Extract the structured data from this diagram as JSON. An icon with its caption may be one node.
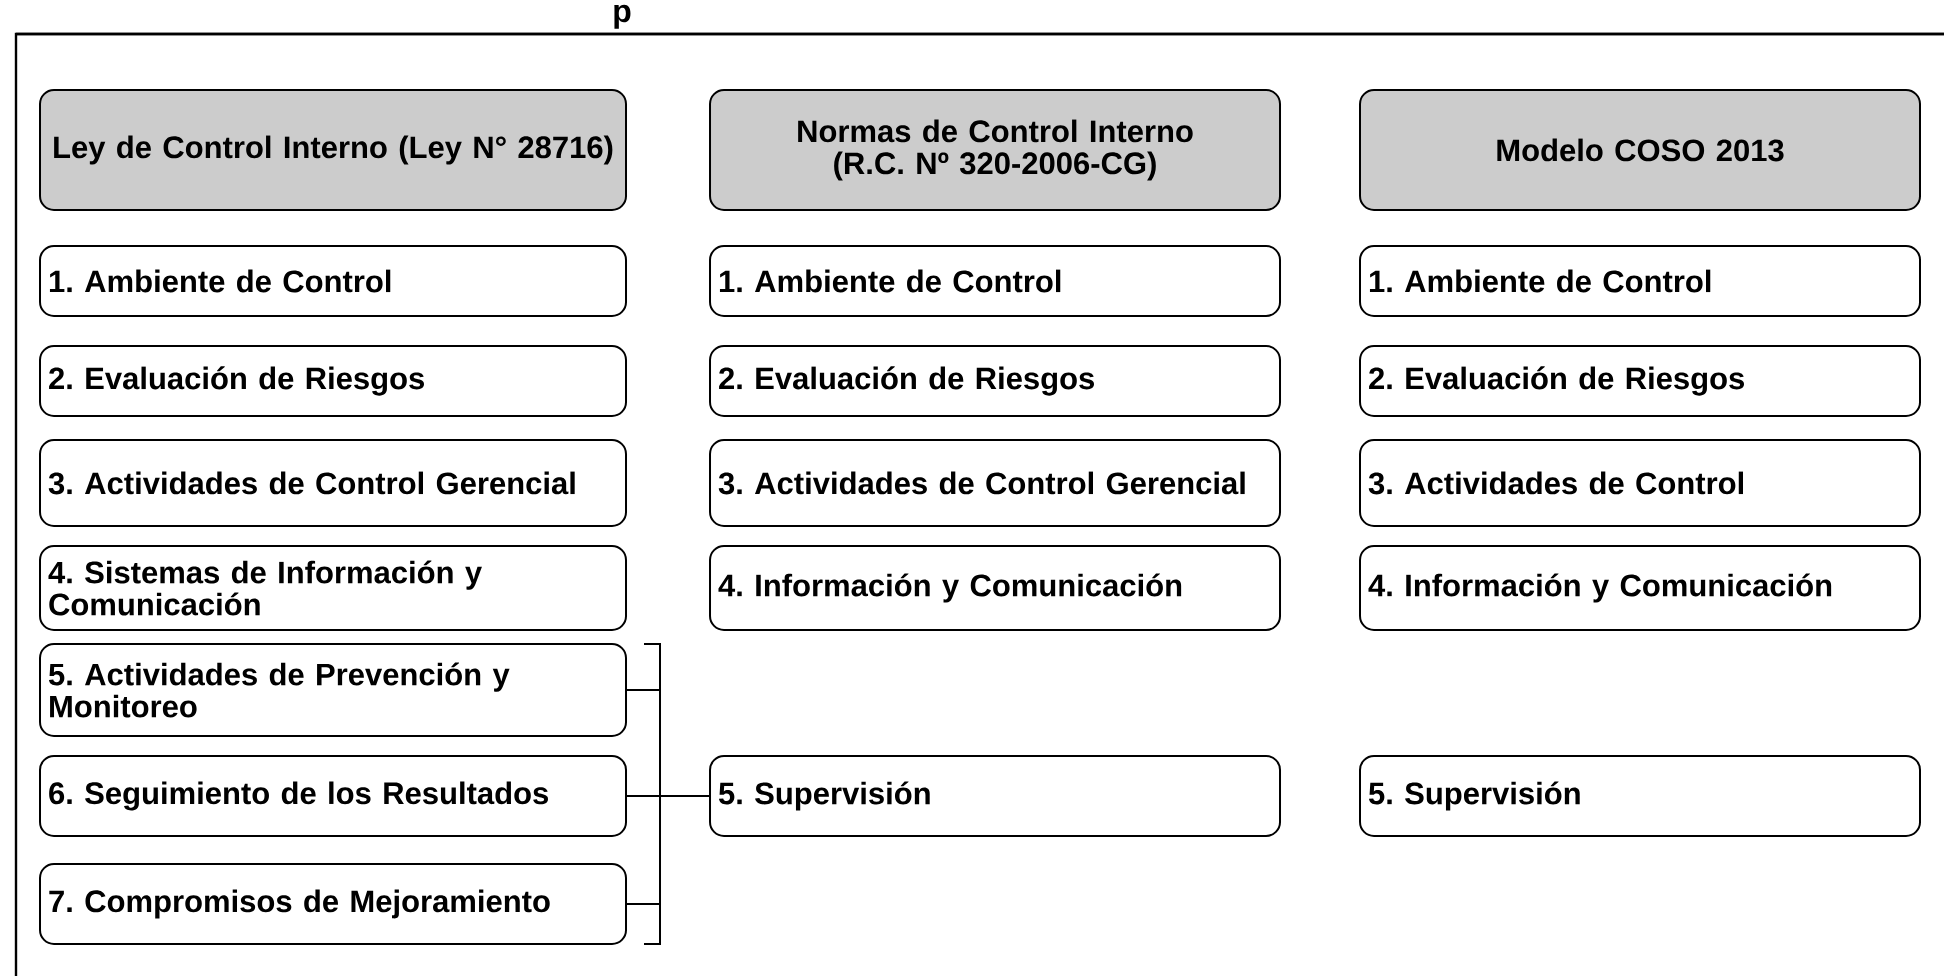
{
  "diagram": {
    "nodes": [
      {
        "text": [
          "Ley de Control Interno (Ley N° 28716)"
        ]
      },
      {
        "text": [
          "1. Ambiente de Control"
        ]
      },
      {
        "text": [
          "2. Evaluación de Riesgos"
        ]
      },
      {
        "text": [
          "3. Actividades de Control Gerencial"
        ]
      },
      {
        "text": [
          "4. Sistemas de Información y Comunicación"
        ]
      },
      {
        "text": [
          "5. Actividades de Prevención y Monitoreo"
        ]
      },
      {
        "text": [
          "6. Seguimiento de los Resultados"
        ]
      },
      {
        "text": [
          "7. Compromisos de Mejoramiento"
        ]
      },
      {
        "text": [
          "Normas de Control Interno (R.C. Nº 320-2006-CG)"
        ]
      },
      {
        "text": [
          "1. Ambiente de Control"
        ]
      },
      {
        "text": [
          "2. Evaluación de Riesgos"
        ]
      },
      {
        "text": [
          "3. Actividades de Control Gerencial"
        ]
      },
      {
        "text": [
          "4. Información y Comunicación"
        ]
      },
      {
        "text": [
          "5. Supervisión"
        ]
      },
      {
        "text": [
          "Modelo COSO 2013"
        ]
      },
      {
        "text": [
          "1. Ambiente de Control"
        ]
      },
      {
        "text": [
          "2. Evaluación de Riesgos"
        ]
      },
      {
        "text": [
          "3. Actividades de Control"
        ]
      },
      {
        "text": [
          "4. Información y Comunicación"
        ]
      },
      {
        "text": [
          "5. Supervisión"
        ]
      }
    ],
    "edges": [
      {
        "from": 5,
        "to": 13,
        "arrow": "none"
      },
      {
        "from": 6,
        "to": 13,
        "arrow": "none"
      },
      {
        "from": 7,
        "to": 13,
        "arrow": "none"
      }
    ],
    "labels": [
      "p"
    ]
  }
}
